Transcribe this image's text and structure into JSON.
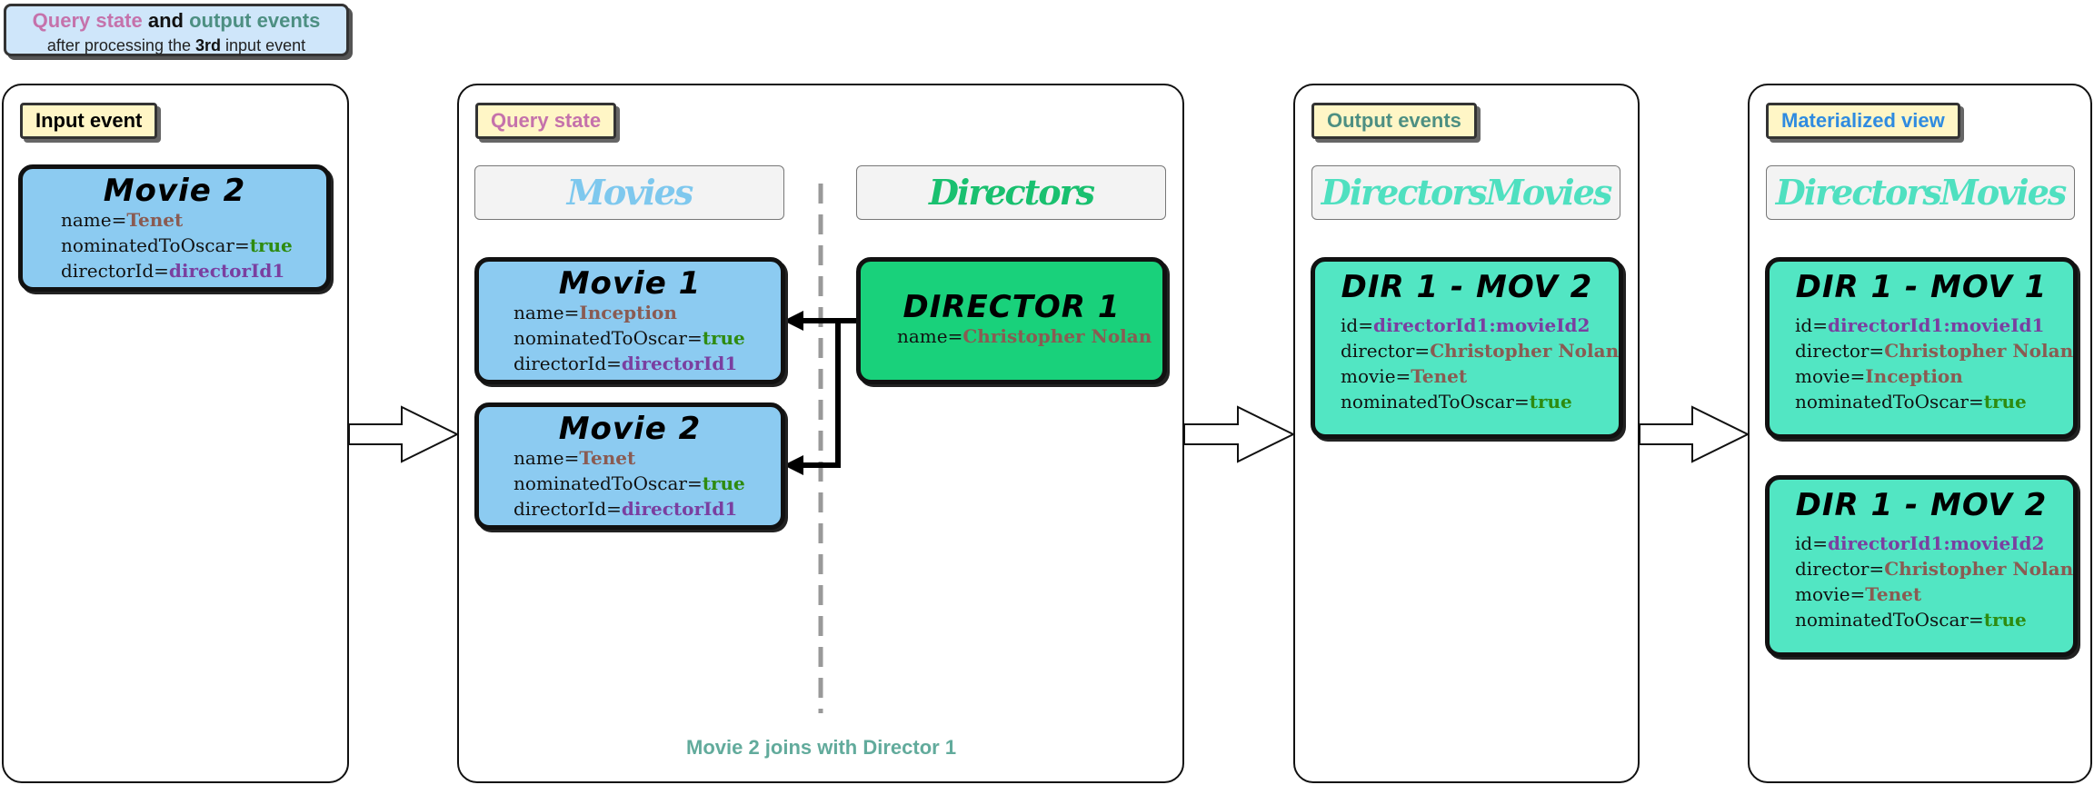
{
  "legend": {
    "query_state": "Query state",
    "and": "and",
    "output_events": "output events",
    "line2_a": "after processing the",
    "line2_b": "3rd",
    "line2_c": "input event"
  },
  "input_column": {
    "tag": "Input event",
    "card": {
      "title": "Movie 2",
      "name_key": "name=",
      "name": "Tenet",
      "oscar_key": "nominatedToOscar=",
      "oscar": "true",
      "director_key": "directorId=",
      "director": "directorId1"
    }
  },
  "query_column": {
    "tag": "Query state",
    "movies_header": "Movies",
    "directors_header": "Directors",
    "movie1": {
      "title": "Movie 1",
      "name_key": "name=",
      "name": "Inception",
      "oscar_key": "nominatedToOscar=",
      "oscar": "true",
      "director_key": "directorId=",
      "director": "directorId1"
    },
    "movie2": {
      "title": "Movie 2",
      "name_key": "name=",
      "name": "Tenet",
      "oscar_key": "nominatedToOscar=",
      "oscar": "true",
      "director_key": "directorId=",
      "director": "directorId1"
    },
    "director1": {
      "title": "DIRECTOR 1",
      "name_key": "name=",
      "name": "Christopher Nolan"
    },
    "caption": "Movie 2 joins with Director 1"
  },
  "output_column": {
    "tag": "Output events",
    "header": "DirectorsMovies",
    "card": {
      "title": "DIR 1 - MOV 2",
      "id_key": "id=",
      "id": "directorId1:movieId2",
      "director_key": "director=",
      "director": "Christopher Nolan",
      "movie_key": "movie=",
      "movie": "Tenet",
      "oscar_key": "nominatedToOscar=",
      "oscar": "true"
    }
  },
  "view_column": {
    "tag": "Materialized view",
    "header": "DirectorsMovies",
    "card1": {
      "title": "DIR 1 - MOV 1",
      "id_key": "id=",
      "id": "directorId1:movieId1",
      "director_key": "director=",
      "director": "Christopher Nolan",
      "movie_key": "movie=",
      "movie": "Inception",
      "oscar_key": "nominatedToOscar=",
      "oscar": "true"
    },
    "card2": {
      "title": "DIR 1 - MOV 2",
      "id_key": "id=",
      "id": "directorId1:movieId2",
      "director_key": "director=",
      "director": "Christopher Nolan",
      "movie_key": "movie=",
      "movie": "Tenet",
      "oscar_key": "nominatedToOscar=",
      "oscar": "true"
    }
  },
  "colors": {
    "query_state": "#c572ab",
    "output_events": "#4d8f82",
    "materialized_view": "#2f8be0",
    "movies_header": "#7ec8ee",
    "directors_header": "#19c06f",
    "directorsmovies_header": "#4fe0c0",
    "movie_card": "#8ccbf1",
    "director_card": "#19d17b",
    "output_card": "#52e6c3"
  }
}
